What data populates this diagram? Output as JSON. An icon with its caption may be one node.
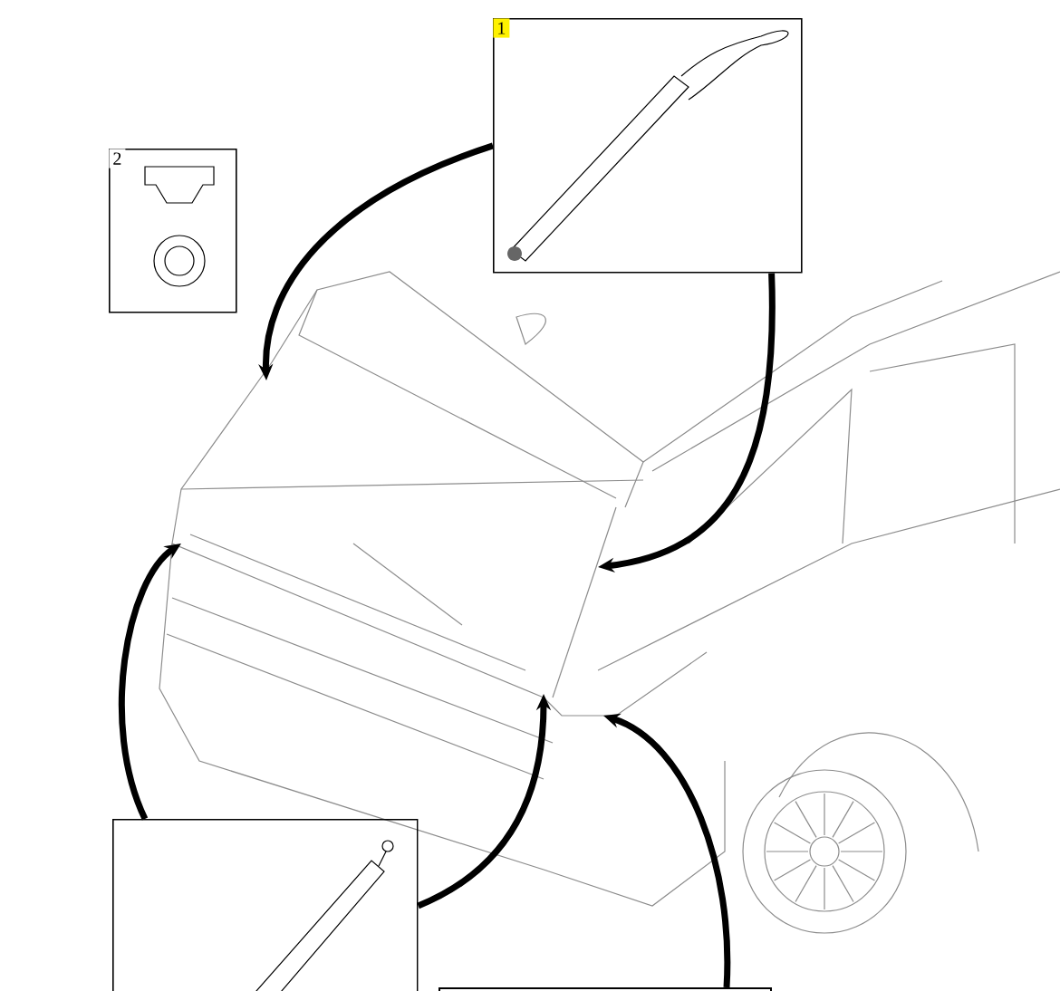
{
  "diagram": {
    "nodes": [
      {
        "text": [
          "1"
        ]
      },
      {
        "text": [
          "2"
        ]
      },
      {
        "text": [],
        "shape": "picture"
      },
      {
        "text": [],
        "shape": "box"
      }
    ],
    "edges": [
      {
        "from": 0,
        "to": null,
        "arrow": "to"
      },
      {
        "from": 0,
        "to": null,
        "arrow": "to"
      },
      {
        "from": 2,
        "to": null,
        "arrow": "to"
      },
      {
        "from": 2,
        "to": null,
        "arrow": "to"
      },
      {
        "from": 3,
        "to": null,
        "arrow": "to"
      }
    ]
  }
}
